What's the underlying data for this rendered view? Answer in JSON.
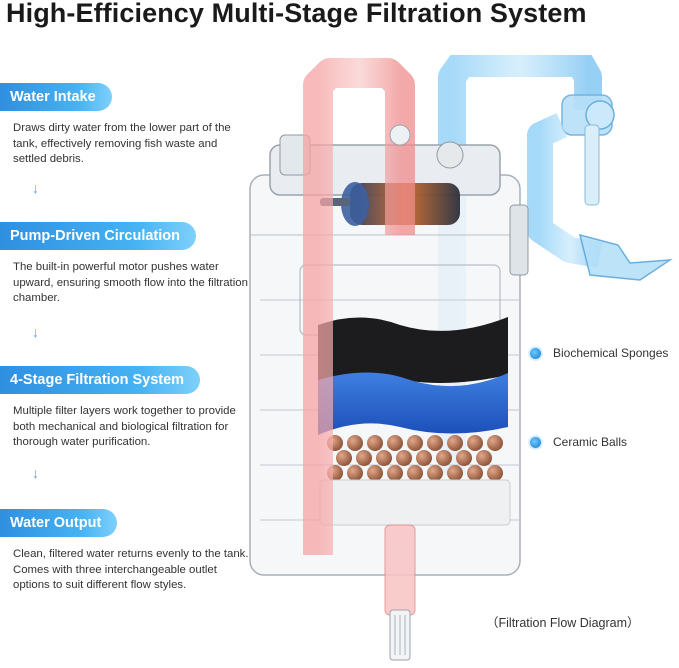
{
  "title": "High-Efficiency Multi-Stage Filtration System",
  "steps": [
    {
      "label": "Water Intake",
      "text": "Draws dirty water from the lower part of the tank, effectively removing fish waste and settled debris."
    },
    {
      "label": "Pump-Driven Circulation",
      "text": "The built-in powerful motor pushes water upward, ensuring smooth flow into the filtration chamber."
    },
    {
      "label": "4-Stage Filtration System",
      "text": "Multiple filter layers work together to provide both mechanical and biological filtration for thorough water purification."
    },
    {
      "label": "Water Output",
      "text": "Clean, filtered water returns evenly to the tank. Comes with three interchangeable outlet options to suit different flow styles."
    }
  ],
  "callouts": {
    "sponges": "Biochemical Sponges",
    "ceramic": "Ceramic Balls"
  },
  "caption": "（Filtration Flow Diagram）",
  "colors": {
    "accent_blue": "#2f8fe0",
    "intake_red": "#f07a7a",
    "output_blue": "#7cc4f2"
  },
  "icons": {
    "step_arrow": "arrow-down-icon",
    "callout_dot": "callout-dot-icon"
  }
}
